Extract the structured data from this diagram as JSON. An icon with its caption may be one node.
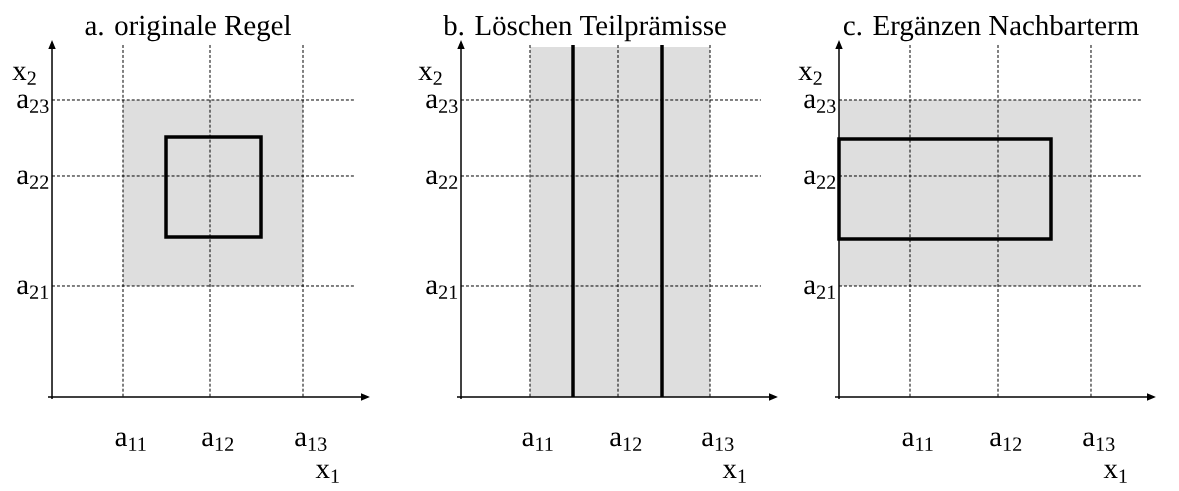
{
  "diagram": {
    "labels": [
      "a. originale Regel",
      "x$_{2}$",
      "a$_{23}$",
      "a$_{22}$",
      "a$_{21}$",
      "a$_{11}$",
      "a$_{12}$",
      "a$_{13}$",
      "x$_{1}$",
      "b. Löschen Teilprämisse",
      "x$_{2}$",
      "a$_{23}$",
      "a$_{22}$",
      "a$_{21}$",
      "a$_{11}$",
      "a$_{12}$",
      "a$_{13}$",
      "x$_{1}$",
      "c. Ergänzen Nachbarterm",
      "x$_{2}$",
      "a$_{23}$",
      "a$_{22}$",
      "a$_{21}$",
      "a$_{11}$",
      "a$_{12}$",
      "a$_{13}$",
      "x$_{1}$"
    ]
  }
}
